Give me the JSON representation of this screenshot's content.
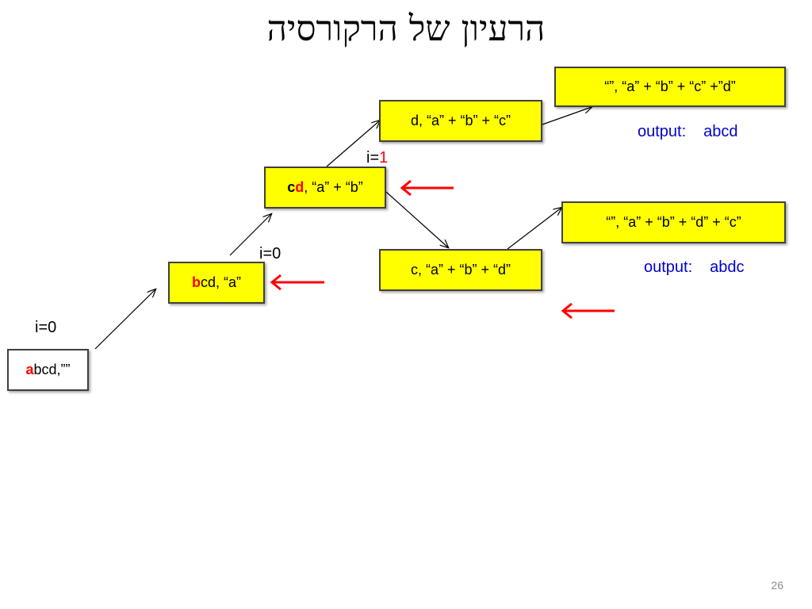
{
  "slide": {
    "title": "הרעיון של הרקורסיה",
    "page_number": "26"
  },
  "nodes": {
    "root": {
      "highlight": "a",
      "rest": "bcd,””"
    },
    "level1": {
      "highlight": "b",
      "rest": "cd, “a”"
    },
    "level2": {
      "prefix": "c",
      "highlight": "d",
      "rest": ", “a” + “b”"
    },
    "level3_top": {
      "text": "d, “a” + “b” + “c”"
    },
    "level3_bottom": {
      "text": "c, “a” + “b” + “d”"
    },
    "leaf_top": {
      "text": "“”, “a” + “b” + “c” +”d”"
    },
    "leaf_bottom": {
      "text": "“”, “a” + “b” + “d” + “c”"
    }
  },
  "labels": {
    "root_index": "i=0",
    "level1_index": "i=0",
    "level2_index_prefix": "i=",
    "level2_index_digit": "1"
  },
  "outputs": {
    "top": {
      "label": "output:",
      "value": "abcd"
    },
    "bottom": {
      "label": "output:",
      "value": "abdc"
    }
  },
  "colors": {
    "box_fill": "#ffff00",
    "highlight": "#ff0000",
    "output_text": "#0000cc",
    "pointer_arrow": "#ff0000"
  }
}
